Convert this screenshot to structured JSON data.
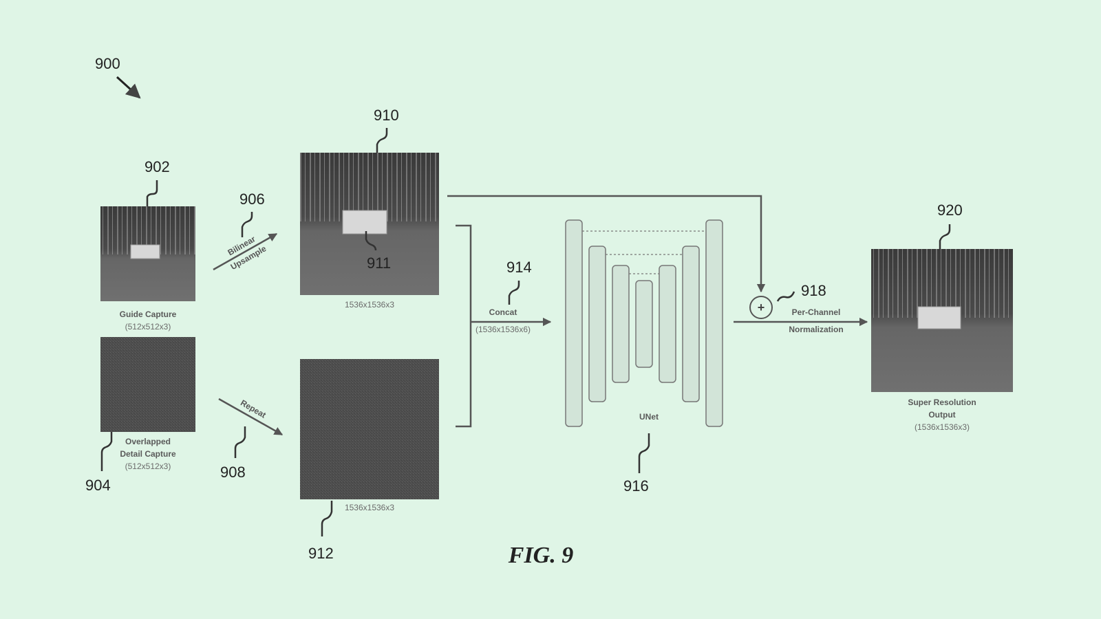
{
  "figure": {
    "ref_900": "900",
    "title": "FIG. 9"
  },
  "refs": {
    "r902": "902",
    "r904": "904",
    "r906": "906",
    "r908": "908",
    "r910": "910",
    "r911": "911",
    "r912": "912",
    "r914": "914",
    "r916": "916",
    "r918": "918",
    "r920": "920"
  },
  "captions": {
    "guide_line1": "Guide Capture",
    "guide_line2": "(512x512x3)",
    "detail_line1": "Overlapped",
    "detail_line2": "Detail Capture",
    "detail_line3": "(512x512x3)",
    "upsampled_size": "1536x1536x3",
    "repeated_size": "1536x1536x3",
    "concat_label": "Concat",
    "concat_size": "(1536x1536x6)",
    "unet_label": "UNet",
    "norm_line1": "Per-Channel",
    "norm_line2": "Normalization",
    "output_line1": "Super Resolution",
    "output_line2": "Output",
    "output_line3": "(1536x1536x3)"
  },
  "arrows": {
    "upsample_line1": "Bilinear",
    "upsample_line2": "Upsample",
    "repeat": "Repeat"
  },
  "operators": {
    "add_symbol": "+"
  }
}
